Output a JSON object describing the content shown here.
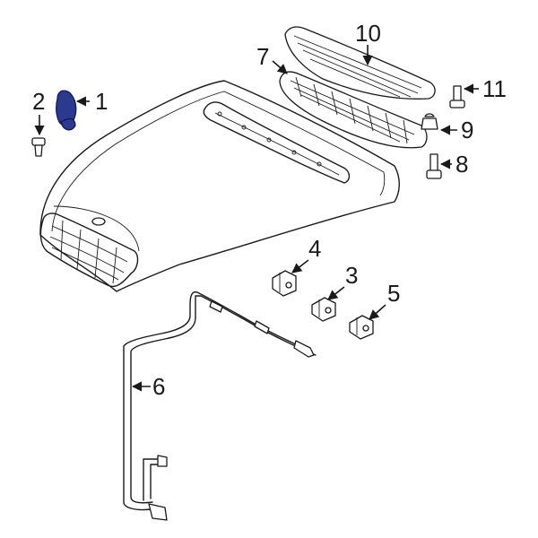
{
  "callouts": [
    {
      "id": "1",
      "label": "1"
    },
    {
      "id": "2",
      "label": "2"
    },
    {
      "id": "3",
      "label": "3"
    },
    {
      "id": "4",
      "label": "4"
    },
    {
      "id": "5",
      "label": "5"
    },
    {
      "id": "6",
      "label": "6"
    },
    {
      "id": "7",
      "label": "7"
    },
    {
      "id": "8",
      "label": "8"
    },
    {
      "id": "9",
      "label": "9"
    },
    {
      "id": "10",
      "label": "10"
    },
    {
      "id": "11",
      "label": "11"
    }
  ],
  "colors": {
    "highlight_part": "#2b3a8f",
    "line": "#1a1a1a",
    "background": "#ffffff"
  }
}
